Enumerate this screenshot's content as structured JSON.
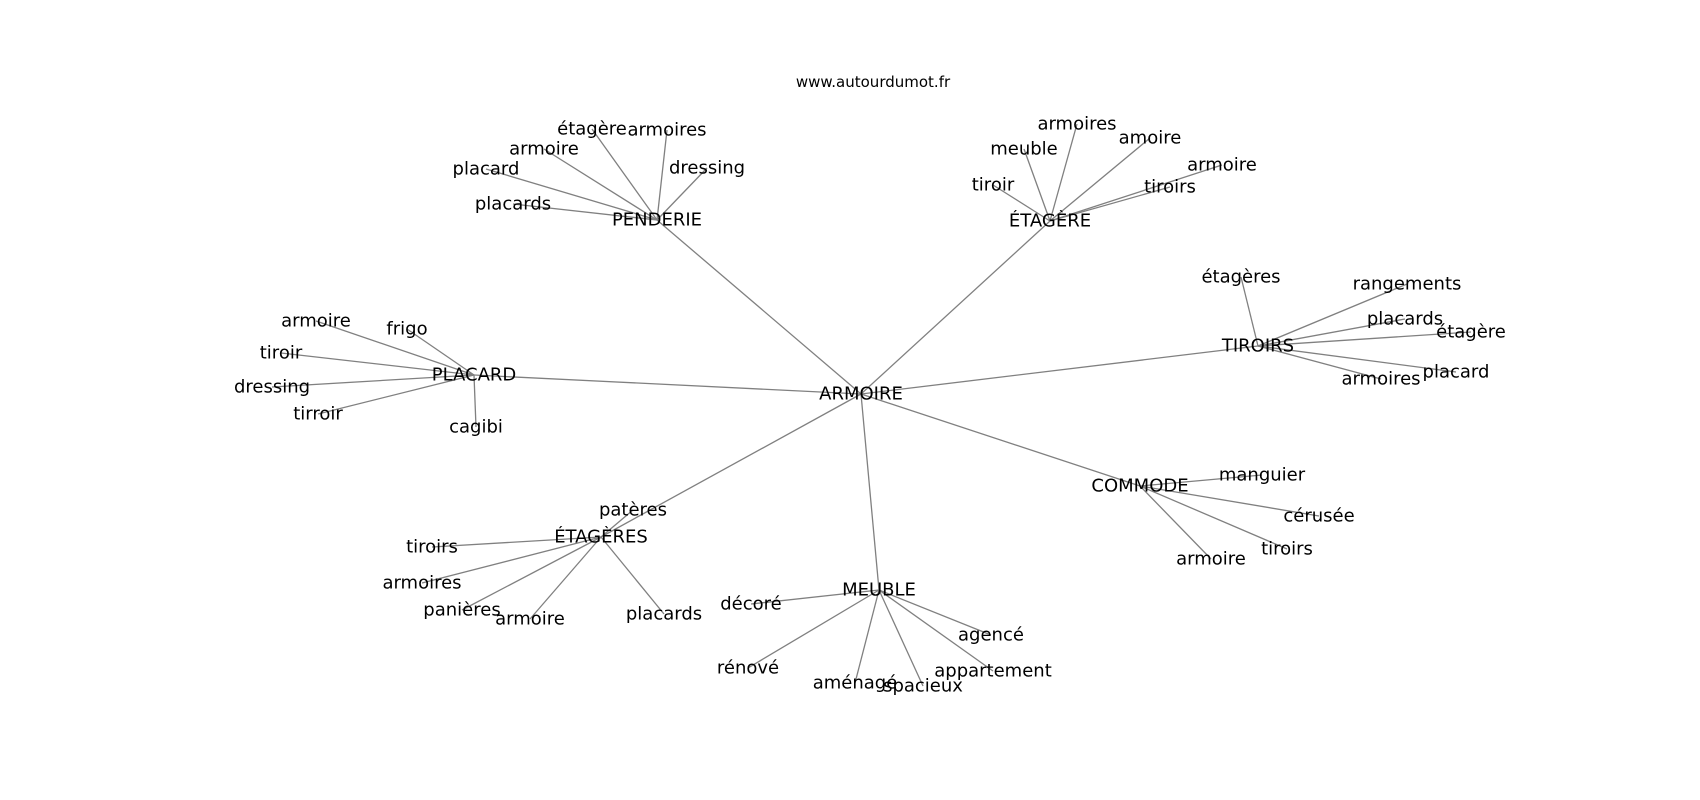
{
  "watermark": "www.autourdumot.fr",
  "graph": {
    "root": "ARMOIRE",
    "hubs": [
      {
        "label": "PENDERIE",
        "leaves": [
          "étagère",
          "armoires",
          "armoire",
          "placard",
          "dressing",
          "placards"
        ]
      },
      {
        "label": "ÉTAGÈRE",
        "leaves": [
          "armoires",
          "meuble",
          "amoire",
          "armoire",
          "tiroir",
          "tiroirs"
        ]
      },
      {
        "label": "PLACARD",
        "leaves": [
          "armoire",
          "frigo",
          "tiroir",
          "dressing",
          "tirroir",
          "cagibi"
        ]
      },
      {
        "label": "TIROIRS",
        "leaves": [
          "étagères",
          "rangements",
          "placards",
          "étagère",
          "armoires",
          "placard"
        ]
      },
      {
        "label": "COMMODE",
        "leaves": [
          "manguier",
          "cérusée",
          "tiroirs",
          "armoire"
        ]
      },
      {
        "label": "ÉTAGÈRES",
        "leaves": [
          "patères",
          "tiroirs",
          "armoires",
          "panières",
          "armoire",
          "placards"
        ]
      },
      {
        "label": "MEUBLE",
        "leaves": [
          "décoré",
          "agencé",
          "appartement",
          "rénové",
          "aménagé",
          "spacieux"
        ]
      }
    ]
  }
}
